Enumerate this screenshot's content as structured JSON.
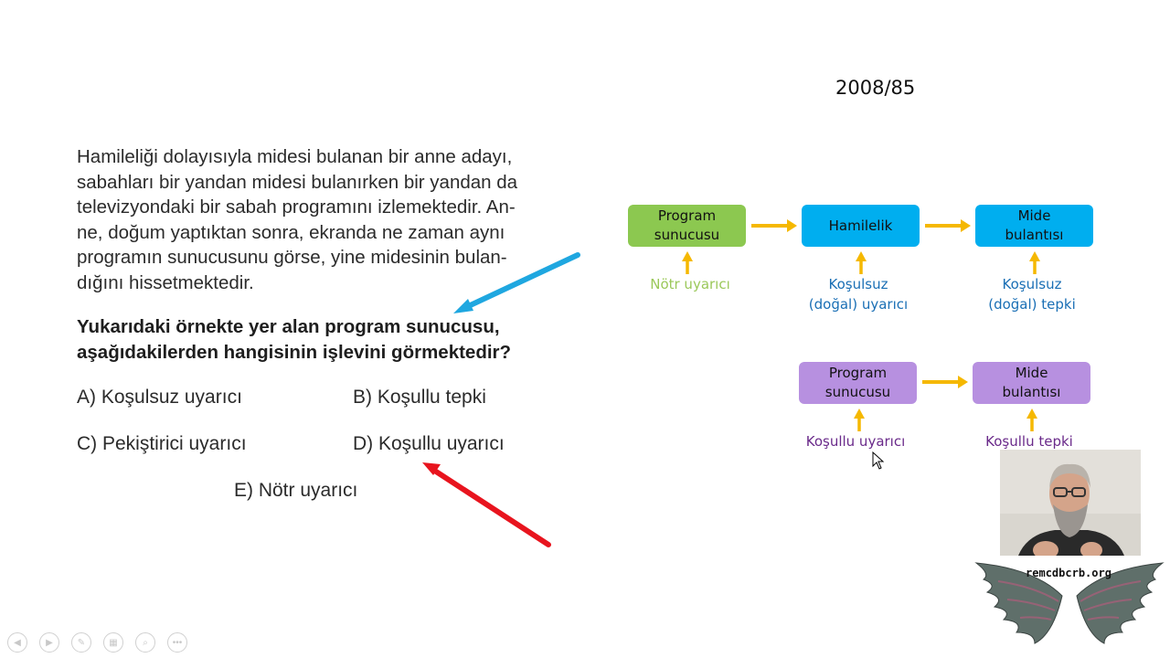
{
  "reference": "2008/85",
  "question": {
    "lines": [
      "Hamileliği dolayısıyla midesi bulanan bir anne adayı,",
      "sabahları bir yandan midesi bulanırken bir yandan da",
      "televizyondaki bir sabah programını izlemektedir. An-",
      "ne, doğum yaptıktan sonra, ekranda ne zaman aynı",
      "programın sunucusunu görse, yine midesinin bulan-",
      "dığını hissetmektedir."
    ],
    "prompt_lines": [
      "Yukarıdaki örnekte yer alan program sunucusu,",
      "aşağıdakilerden hangisinin işlevini görmektedir?"
    ]
  },
  "options": {
    "a": "A) Koşulsuz uyarıcı",
    "b": "B) Koşullu tepki",
    "c": "C) Pekiştirici uyarıcı",
    "d": "D) Koşullu uyarıcı",
    "e": "E) Nötr uyarıcı"
  },
  "diagram": {
    "row1": {
      "box1": [
        "Program",
        "sunucusu"
      ],
      "box2": [
        "Hamilelik"
      ],
      "box3": [
        "Mide",
        "bulantısı"
      ],
      "label1": [
        "Nötr uyarıcı"
      ],
      "label2": [
        "Koşulsuz",
        "(doğal) uyarıcı"
      ],
      "label3": [
        "Koşulsuz",
        "(doğal) tepki"
      ]
    },
    "row2": {
      "box1": [
        "Program",
        "sunucusu"
      ],
      "box2": [
        "Mide",
        "bulantısı"
      ],
      "label1": [
        "Koşullu uyarıcı"
      ],
      "label2": [
        "Koşullu tepki"
      ]
    }
  },
  "watermark": "remcdbcrb.org",
  "colors": {
    "green_box": "#8cc850",
    "blue_box": "#00aeef",
    "purple_box": "#b790e0",
    "flow_arrow": "#f5b800",
    "blue_pointer": "#1fa7e0",
    "red_pointer": "#e8141e"
  },
  "controls": [
    "previous-icon",
    "next-icon",
    "pen-icon",
    "slides-icon",
    "zoom-icon",
    "more-icon"
  ]
}
